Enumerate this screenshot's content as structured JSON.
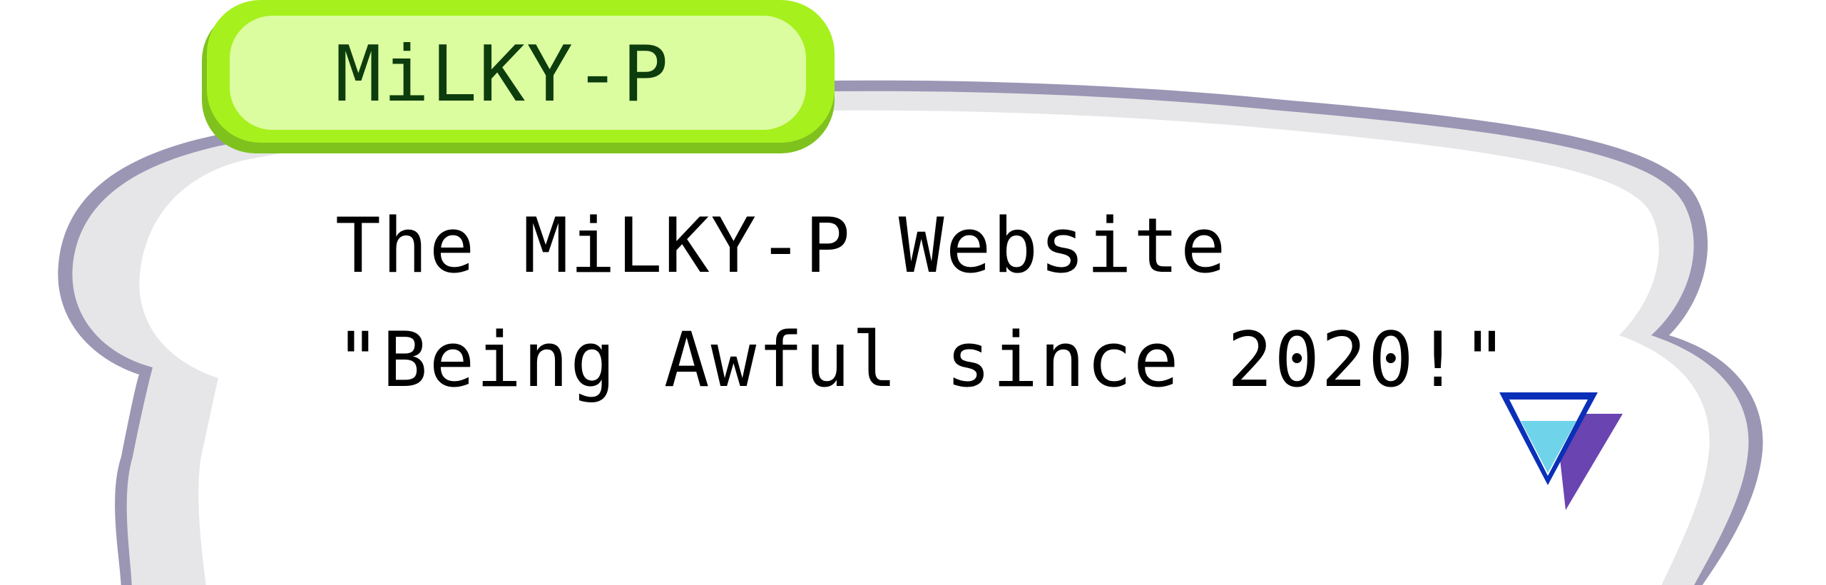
{
  "dialog": {
    "speaker_name": "MiLKY-P",
    "lines": [
      "The MiLKY-P Website",
      "\"Being Awful since 2020!\""
    ]
  },
  "icons": {
    "advance_indicator": "down-triangle-icon"
  },
  "colors": {
    "name_plate_fill": "#dcfca0",
    "name_plate_border": "#a6f01e",
    "name_text": "#0d3d0d",
    "bubble_fill": "#ffffff",
    "bubble_shadow": "#e6e6e8",
    "bubble_border": "#9a96b4",
    "dialog_text": "#000000",
    "indicator_fill": "#6fd3ea",
    "indicator_border": "#0a2fb8",
    "indicator_shadow": "#6a44b0"
  }
}
